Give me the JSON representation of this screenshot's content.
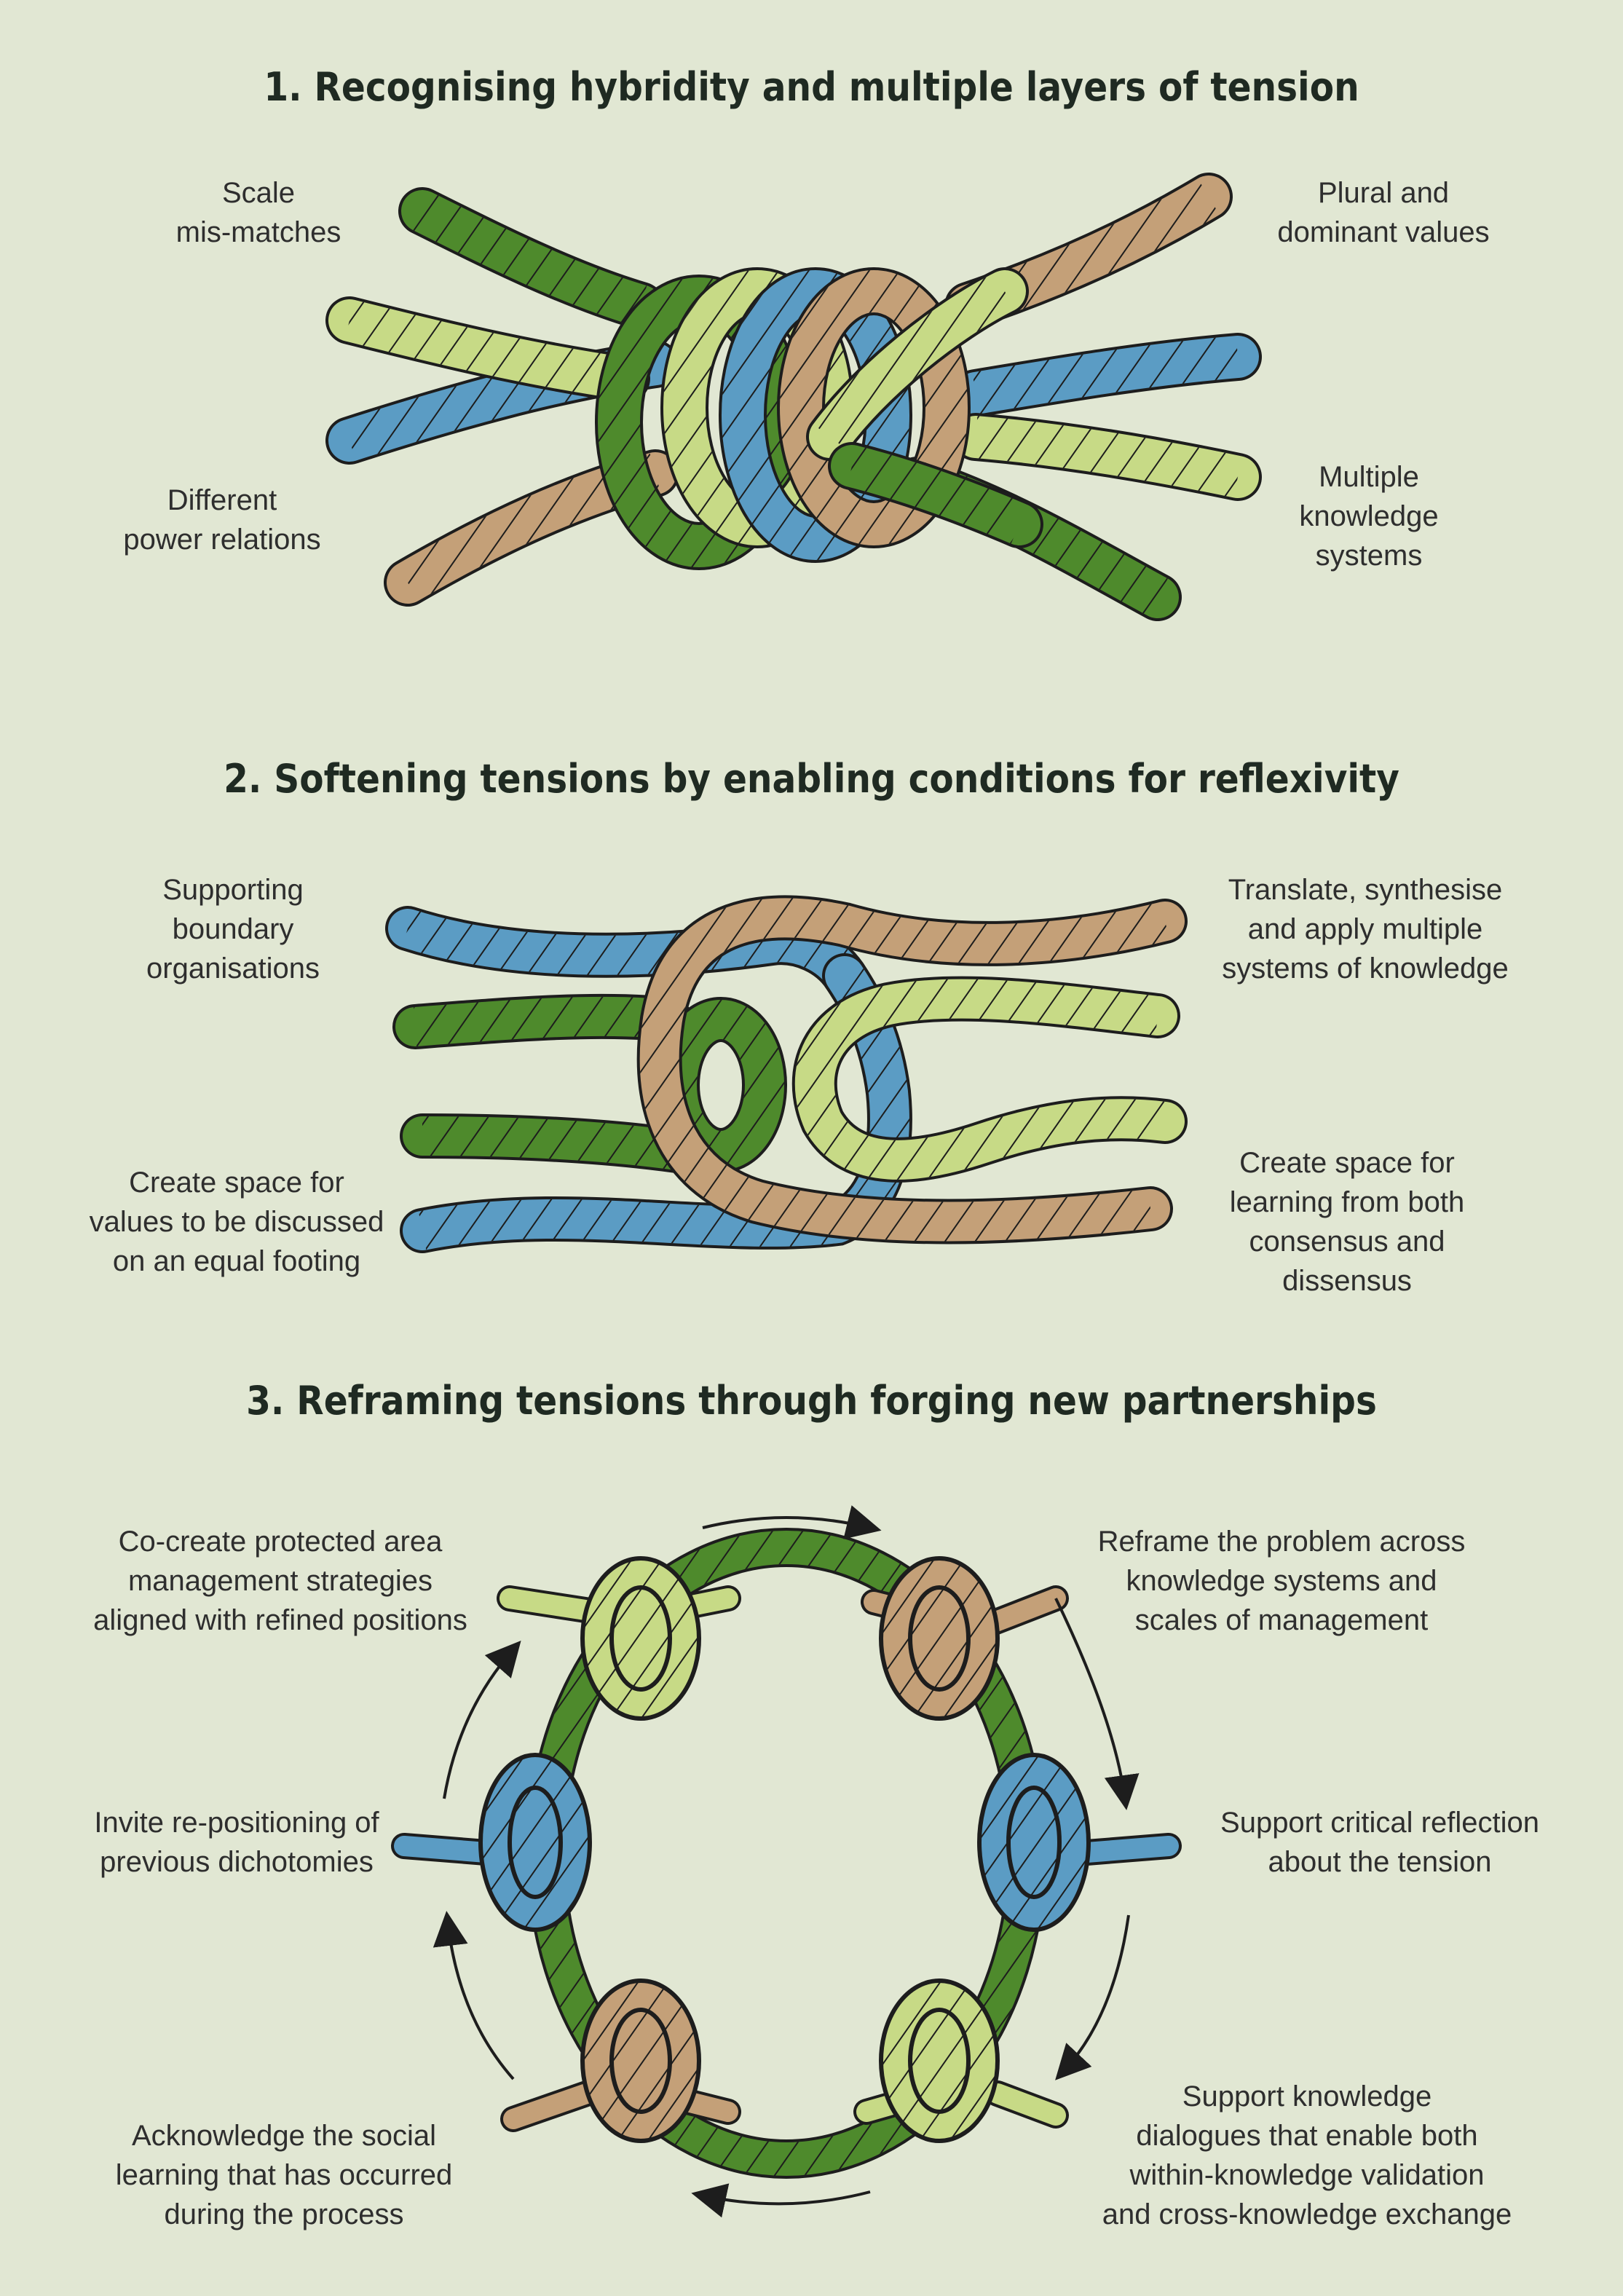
{
  "sections": [
    {
      "title": "1. Recognising hybridity and multiple layers of tension",
      "labels": {
        "top_left": "Scale\nmis-matches",
        "top_right": "Plural and\ndominant values",
        "bottom_left": "Different\npower relations",
        "bottom_right": "Multiple\nknowledge\nsystems"
      }
    },
    {
      "title": "2. Softening tensions by enabling conditions for reflexivity",
      "labels": {
        "top_left": "Supporting\nboundary\norganisations",
        "top_right": "Translate, synthesise\nand apply multiple\nsystems of knowledge",
        "bottom_left": "Create space for\nvalues to be discussed\non an equal footing",
        "bottom_right": "Create space for\nlearning from both\nconsensus and\ndissensus"
      }
    },
    {
      "title": "3. Reframing tensions through forging new partnerships",
      "labels": {
        "top_left": "Co-create protected area\nmanagement strategies\naligned with refined positions",
        "top_right": "Reframe the problem across\nknowledge systems and\nscales of management",
        "middle_left": "Invite re-positioning of\nprevious dichotomies",
        "middle_right": "Support critical reflection\nabout the tension",
        "bottom_left": "Acknowledge the social\nlearning that has occurred\nduring the process",
        "bottom_right": "Support knowledge\ndialogues that enable both\nwithin-knowledge validation\nand cross-knowledge exchange"
      }
    }
  ],
  "colors": {
    "background": "#e1e7d3",
    "rope_dark_green": "#4e8a2c",
    "rope_light_green": "#c7da86",
    "rope_blue": "#5b9cc4",
    "rope_tan": "#c4a078",
    "outline": "#1d1d1d"
  }
}
